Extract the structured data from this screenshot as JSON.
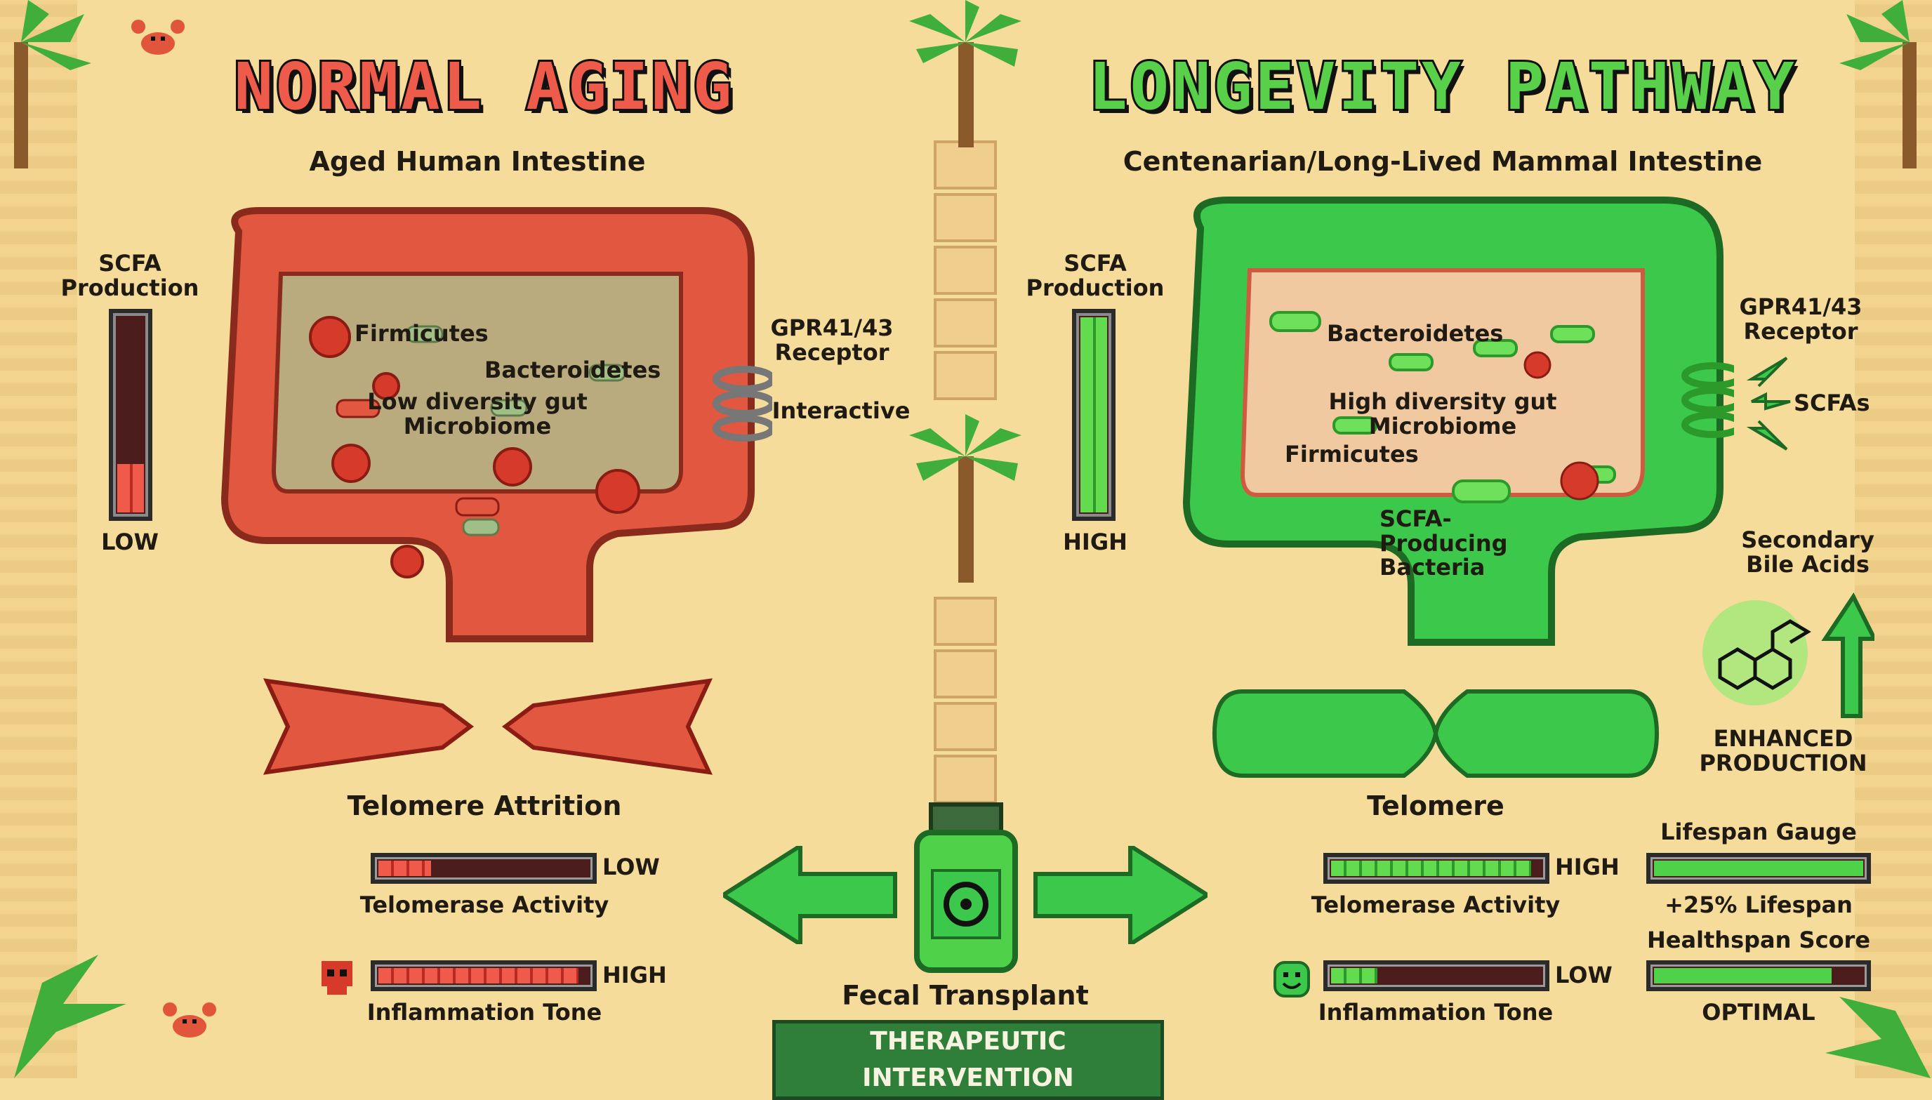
{
  "left": {
    "title": "NORMAL AGING",
    "subtitle": "Aged Human Intestine",
    "scfa_label": "SCFA Production",
    "scfa_level_text": "LOW",
    "scfa_level": 0.25,
    "microbes": [
      "Firmicutes",
      "Bacteroidetes"
    ],
    "diversity_label": "Low diversity gut Microbiome",
    "receptor_label": "GPR41/43 Receptor",
    "receptor_state": "Interactive",
    "telomere_label": "Telomere Attrition",
    "telomerase": {
      "label": "Telomerase Activity",
      "level_text": "LOW",
      "level": 0.25
    },
    "inflammation": {
      "label": "Inflammation Tone",
      "level_text": "HIGH",
      "level": 0.95
    }
  },
  "right": {
    "title": "LONGEVITY PATHWAY",
    "subtitle": "Centenarian/Long-Lived Mammal Intestine",
    "scfa_label": "SCFA Production",
    "scfa_level_text": "HIGH",
    "scfa_level": 1.0,
    "microbes": [
      "Bacteroidetes",
      "Firmicutes",
      "SCFA-Producing Bacteria"
    ],
    "diversity_label": "High diversity gut Microbiome",
    "receptor_label": "GPR41/43 Receptor",
    "scfa_arrow_label": "SCFAs",
    "bile_label": "Secondary Bile Acids",
    "enhanced_label": "ENHANCED PRODUCTION",
    "telomere_label": "Telomere",
    "telomerase": {
      "label": "Telomerase Activity",
      "level_text": "HIGH",
      "level": 0.95
    },
    "inflammation": {
      "label": "Inflammation Tone",
      "level_text": "LOW",
      "level": 0.22
    },
    "lifespan": {
      "label": "Lifespan Gauge",
      "value_text": "+25% Lifespan",
      "level": 1.0
    },
    "healthspan": {
      "label": "Healthspan Score",
      "value_text": "OPTIMAL",
      "level": 0.85
    }
  },
  "center": {
    "transplant_label": "Fecal Transplant",
    "intervention_label": "THERAPEUTIC INTERVENTION"
  },
  "colors": {
    "red": "#ef5b4a",
    "green": "#58d04a",
    "sand": "#f6dc9a"
  }
}
